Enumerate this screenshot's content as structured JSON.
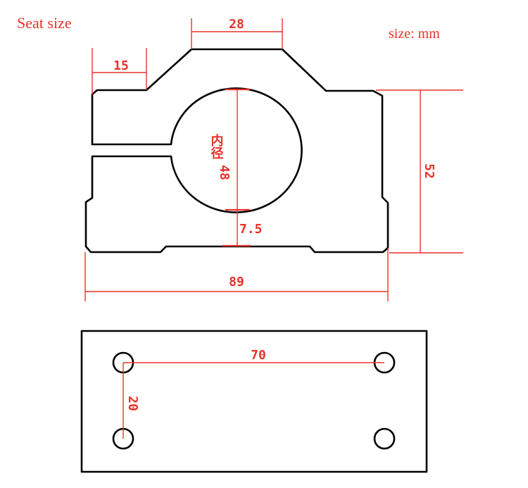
{
  "title": "Seat size",
  "units": "size: mm",
  "dimensions": {
    "top_width": "28",
    "left_step": "15",
    "height": "52",
    "inner_diameter_chinese": "内径",
    "inner_diameter_value": "48",
    "bottom_thickness": "7.5",
    "total_width": "89"
  },
  "base_plate": {
    "hole_spacing_x": "70",
    "hole_spacing_y": "20"
  },
  "colors": {
    "dimension_red": "#e8322a",
    "outline_black": "#000000",
    "background": "#ffffff"
  }
}
